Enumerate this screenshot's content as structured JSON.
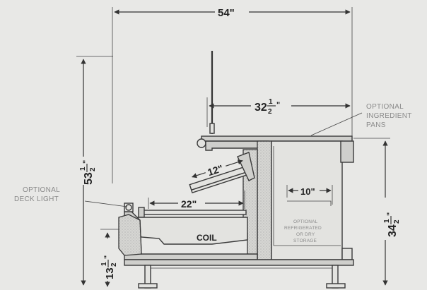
{
  "dimensions": {
    "width_54": "54\"",
    "depth_32": {
      "whole": "32",
      "num": "1",
      "den": "2",
      "unit": "\""
    },
    "height_53": {
      "whole": "53",
      "num": "1",
      "den": "2",
      "unit": "\""
    },
    "height_34": {
      "whole": "34",
      "num": "1",
      "den": "2",
      "unit": "\""
    },
    "height_13": {
      "whole": "13",
      "num": "1",
      "den": "2",
      "unit": "\""
    },
    "shelf_12": "12\"",
    "deck_22": "22\"",
    "storage_10": "10\""
  },
  "labels": {
    "ingredient_pans": [
      "OPTIONAL",
      "INGREDIENT",
      "PANS"
    ],
    "deck_light": [
      "OPTIONAL",
      "DECK LIGHT"
    ],
    "coil": "COIL",
    "storage": [
      "OPTIONAL",
      "REFRIGERATED",
      "OR DRY",
      "STORAGE"
    ]
  }
}
